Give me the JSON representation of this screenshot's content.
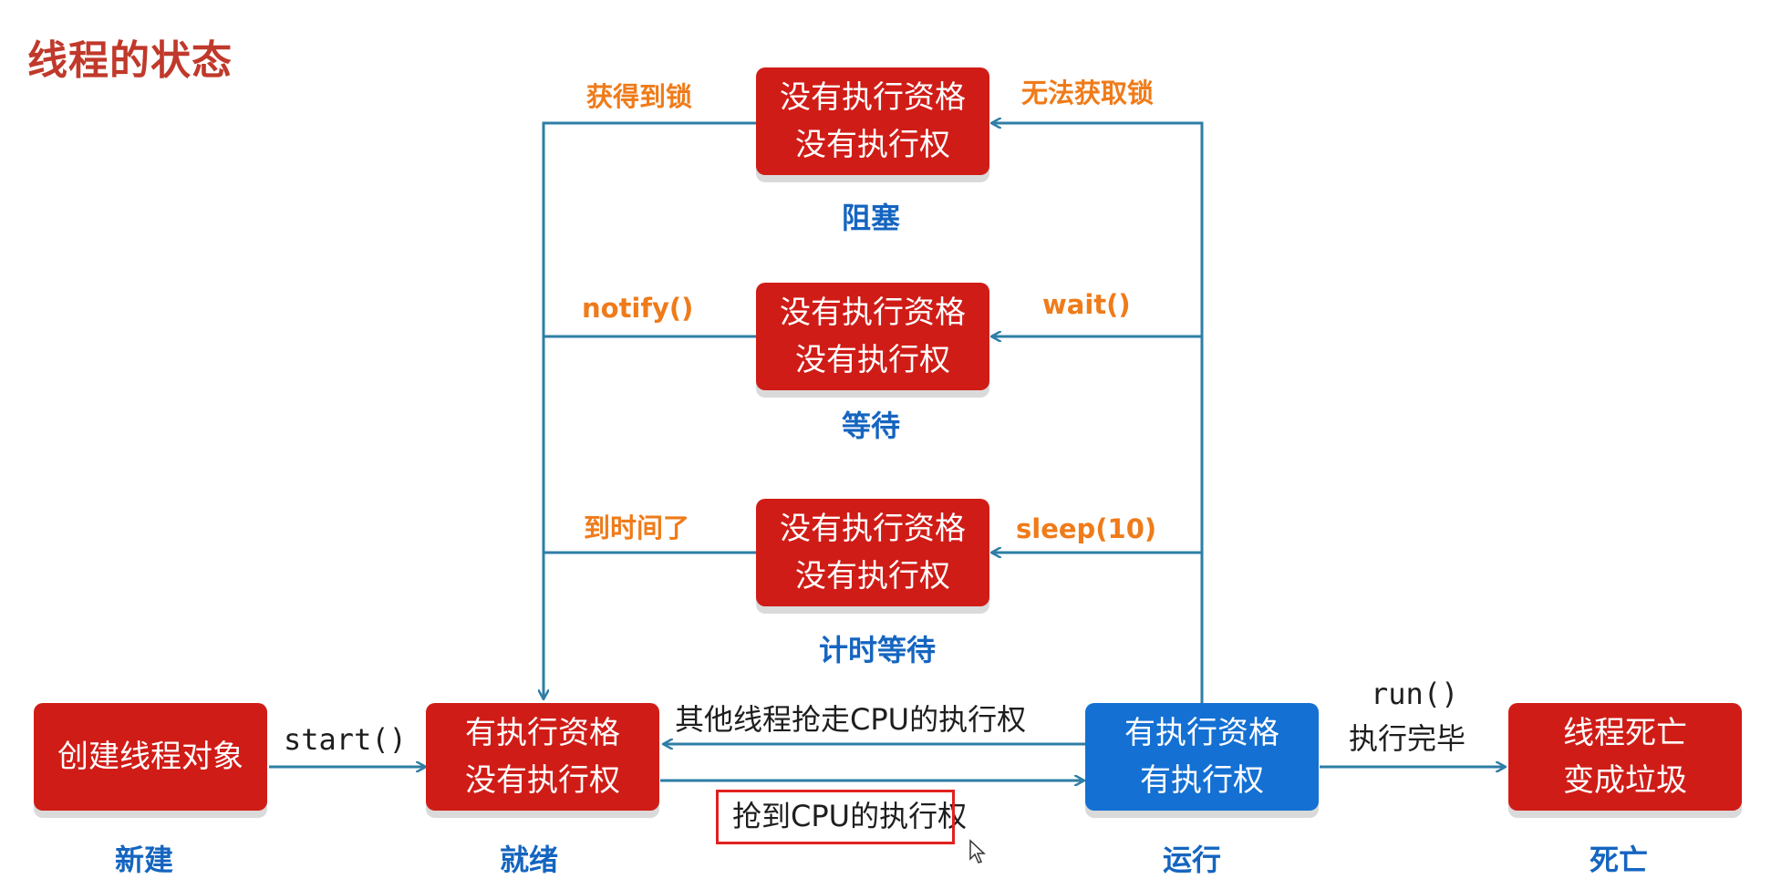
{
  "title": "线程的状态",
  "states": {
    "new": {
      "line1": "创建线程对象",
      "label": "新建"
    },
    "runnable": {
      "line1": "有执行资格",
      "line2": "没有执行权",
      "label": "就绪"
    },
    "running": {
      "line1": "有执行资格",
      "line2": "有执行权",
      "label": "运行"
    },
    "dead": {
      "line1": "线程死亡",
      "line2": "变成垃圾",
      "label": "死亡"
    },
    "blocked": {
      "line1": "没有执行资格",
      "line2": "没有执行权",
      "label": "阻塞"
    },
    "waiting": {
      "line1": "没有执行资格",
      "line2": "没有执行权",
      "label": "等待"
    },
    "timed_waiting": {
      "line1": "没有执行资格",
      "line2": "没有执行权",
      "label": "计时等待"
    }
  },
  "transitions": {
    "start": "start()",
    "run_line1": "run()",
    "run_line2": "执行完毕",
    "preempted": "其他线程抢走CPU的执行权",
    "got_cpu": "抢到CPU的执行权",
    "got_lock": "获得到锁",
    "no_lock": "无法获取锁",
    "notify": "notify()",
    "wait": "wait()",
    "timeout": "到时间了",
    "sleep": "sleep(10)"
  },
  "colors": {
    "red_box": "#d01c17",
    "blue_box": "#1470d3",
    "arrow": "#2e7ea6",
    "state_label": "#1565c0",
    "transition_label": "#ef7b1a",
    "title": "#c0392b",
    "highlight_border": "#e0221f"
  },
  "icons": {
    "cursor": "mouse-pointer-icon"
  }
}
